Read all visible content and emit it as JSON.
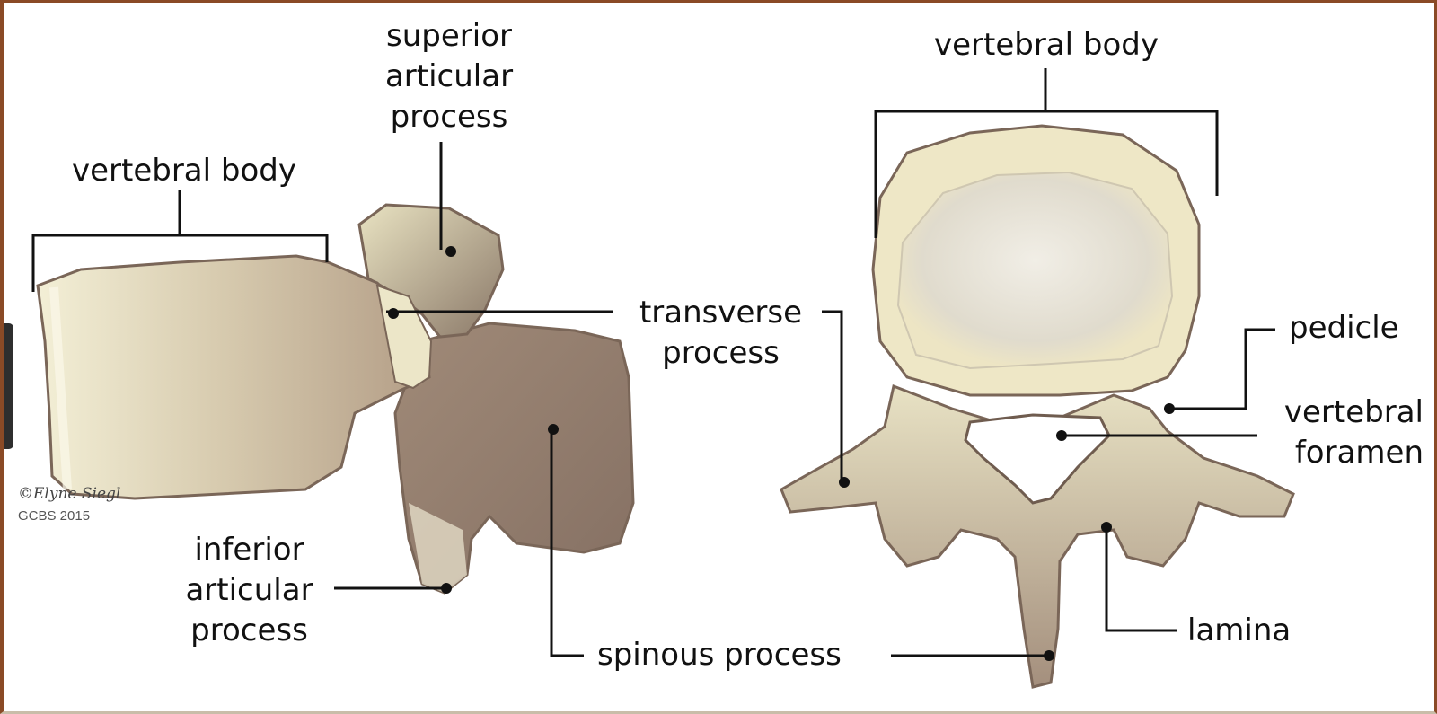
{
  "labels": {
    "left_vertebral_body": "vertebral body",
    "superior_articular_process": [
      "superior",
      "articular",
      "process"
    ],
    "transverse_process": [
      "transverse",
      "process"
    ],
    "inferior_articular_process": [
      "inferior",
      "articular",
      "process"
    ],
    "spinous_process": "spinous process",
    "right_vertebral_body": "vertebral body",
    "pedicle": "pedicle",
    "vertebral_foramen": [
      "vertebral",
      "foramen"
    ],
    "lamina": "lamina"
  },
  "credit": {
    "signature": "©Elyne Siegl",
    "copyright": "GCBS 2015"
  },
  "colors": {
    "frame": "#8a4a26",
    "leader": "#111111",
    "bone_light": "#efe9cf",
    "bone_mid": "#c9b79a",
    "bone_shadow": "#8f7b69"
  }
}
